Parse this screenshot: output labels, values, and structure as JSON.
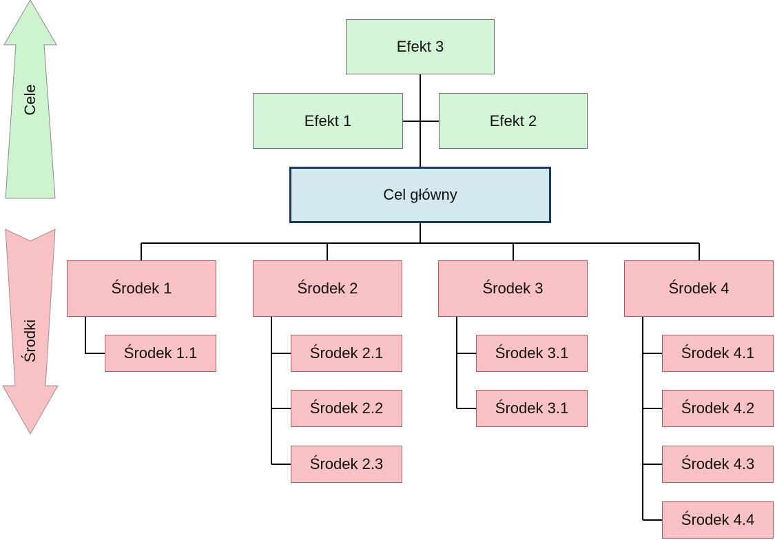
{
  "arrows": {
    "top": {
      "label": "Cele",
      "color": "#cdf3cf"
    },
    "bottom": {
      "label": "Środki",
      "color": "#f8c1c4"
    }
  },
  "effects": {
    "effect3": "Efekt 3",
    "effect1": "Efekt 1",
    "effect2": "Efekt 2"
  },
  "main_goal": "Cel główny",
  "means": [
    {
      "label": "Środek 1",
      "children": [
        "Środek 1.1"
      ]
    },
    {
      "label": "Środek 2",
      "children": [
        "Środek 2.1",
        "Środek 2.2",
        "Środek 2.3"
      ]
    },
    {
      "label": "Środek 3",
      "children": [
        "Środek 3.1",
        "Środek 3.1"
      ]
    },
    {
      "label": "Środek 4",
      "children": [
        "Środek 4.1",
        "Środek 4.2",
        "Środek 4.3",
        "Środek 4.4"
      ]
    }
  ],
  "colors": {
    "effect_fill": "#d4f4d6",
    "main_fill": "#d4e9ef",
    "main_border": "#173a5e",
    "means_fill": "#f8c1c4",
    "means_border": "#b35a5e"
  }
}
